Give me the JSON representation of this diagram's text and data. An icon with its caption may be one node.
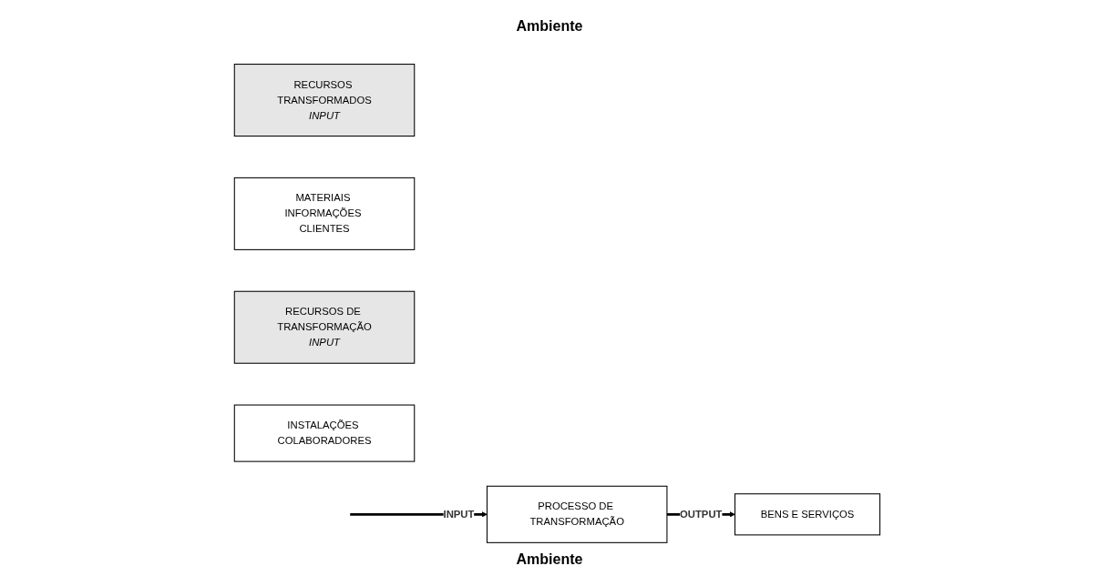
{
  "diagram": {
    "nodes": [
      {
        "text": [
          "RECURSOS TRANSFORMADOS",
          "INPUT"
        ]
      },
      {
        "text": [
          "MATERIAIS INFORMAÇÕES CLIENTES"
        ]
      },
      {
        "text": [
          "RECURSOS DE TRANSFORMAÇÃO",
          "INPUT"
        ]
      },
      {
        "text": [
          "INSTALAÇÕES COLABORADORES"
        ]
      },
      {
        "text": [
          "PROCESSO DE TRANSFORMAÇÃO"
        ]
      },
      {
        "text": [
          "BENS E SERVIÇOS"
        ]
      }
    ],
    "edges": [
      {
        "from": null,
        "to": 4,
        "label": "INPUT",
        "arrow": "to"
      },
      {
        "from": 4,
        "to": 5,
        "label": "OUTPUT",
        "arrow": "to"
      }
    ],
    "labels": [
      "Ambiente",
      "Ambiente"
    ]
  }
}
